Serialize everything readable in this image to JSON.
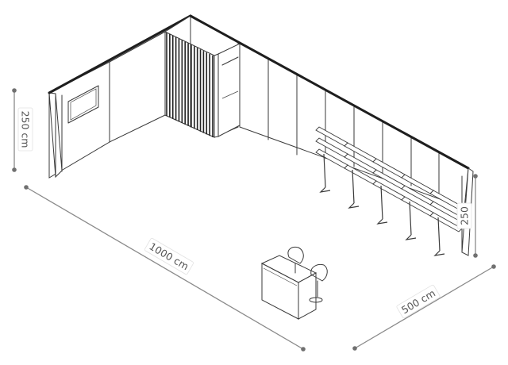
{
  "dimensions": {
    "length_label": "1000 cm",
    "depth_label": "500 cm",
    "left_height_label": "250 cm",
    "right_height_label": "250"
  },
  "colors": {
    "line": "#3a3a3a",
    "rail": "#1e1e1e",
    "dimension": "#8a8a8a",
    "background": "#ffffff"
  }
}
